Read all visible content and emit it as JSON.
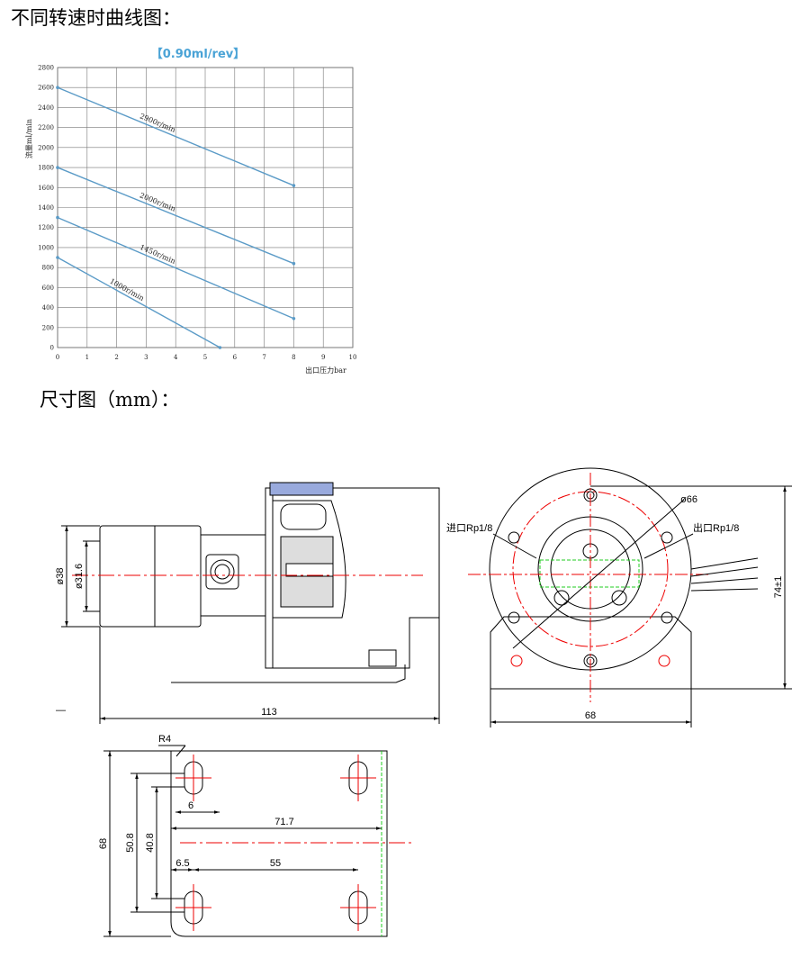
{
  "headings": {
    "curve_title": "不同转速时曲线图：",
    "dimension_title": "尺寸图（mm）："
  },
  "chart_data": {
    "type": "line",
    "title": "【0.90ml/rev】",
    "xlabel": "出口压力bar",
    "ylabel": "流量ml/min",
    "xlim": [
      0,
      10
    ],
    "ylim": [
      0,
      2800
    ],
    "xticks": [
      0,
      1,
      2,
      3,
      4,
      5,
      6,
      7,
      8,
      9,
      10
    ],
    "yticks": [
      200,
      400,
      600,
      800,
      1000,
      1200,
      1400,
      1600,
      1800,
      2000,
      2200,
      2400,
      2600,
      2800
    ],
    "grid": true,
    "line_color": "#5b9bc7",
    "series": [
      {
        "name": "2900r/min",
        "x": [
          0,
          8
        ],
        "y": [
          2600,
          1620
        ]
      },
      {
        "name": "2000r/min",
        "x": [
          0,
          8
        ],
        "y": [
          1800,
          840
        ]
      },
      {
        "name": "1450r/min",
        "x": [
          0,
          8
        ],
        "y": [
          1300,
          290
        ]
      },
      {
        "name": "1000r/min",
        "x": [
          0,
          5.5
        ],
        "y": [
          900,
          0
        ]
      }
    ]
  },
  "drawing": {
    "dim_38": "ø38",
    "dim_31_6": "ø31.6",
    "dim_113": "113",
    "dim_66": "ø66",
    "inlet": "进口Rp1/8",
    "outlet": "出口Rp1/8",
    "dim_74": "74±1",
    "dim_68_front": "68",
    "dim_r4": "R4",
    "dim_6": "6",
    "dim_71_7": "71.7",
    "dim_68_side": "68",
    "dim_50_8": "50.8",
    "dim_40_8": "40.8",
    "dim_6_5": "6.5",
    "dim_55": "55",
    "dash": "—"
  }
}
